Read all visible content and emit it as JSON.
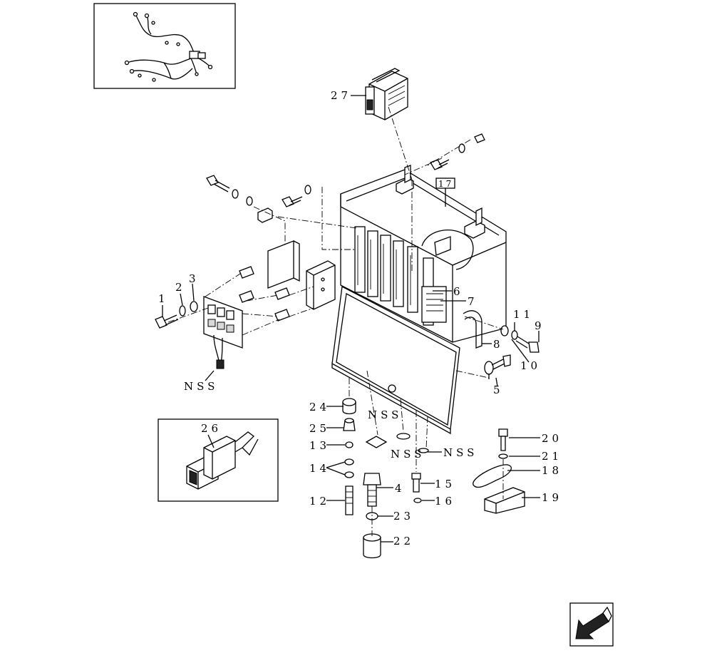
{
  "callouts": {
    "c1": "1",
    "c2": "2",
    "c3": "3",
    "c4": "4",
    "c5": "5",
    "c6": "6",
    "c7": "7",
    "c8": "8",
    "c9": "9",
    "c10": "10",
    "c11": "11",
    "c12": "12",
    "c13": "13",
    "c14": "14",
    "c15": "15",
    "c16": "16",
    "c17": "17",
    "c18": "18",
    "c19": "19",
    "c20": "20",
    "c21": "21",
    "c22": "22",
    "c23": "23",
    "c24": "24",
    "c25": "25",
    "c26": "26",
    "c27": "27"
  },
  "notes": {
    "nss_left": "NSS",
    "nss_center": "NSS",
    "nss_center2": "NSS",
    "nss_right": "NSS"
  },
  "icons": {
    "harness": "wiring-harness-icon",
    "terminal": "terminal-connector-icon",
    "navigation": "arrow-down-left-icon"
  }
}
